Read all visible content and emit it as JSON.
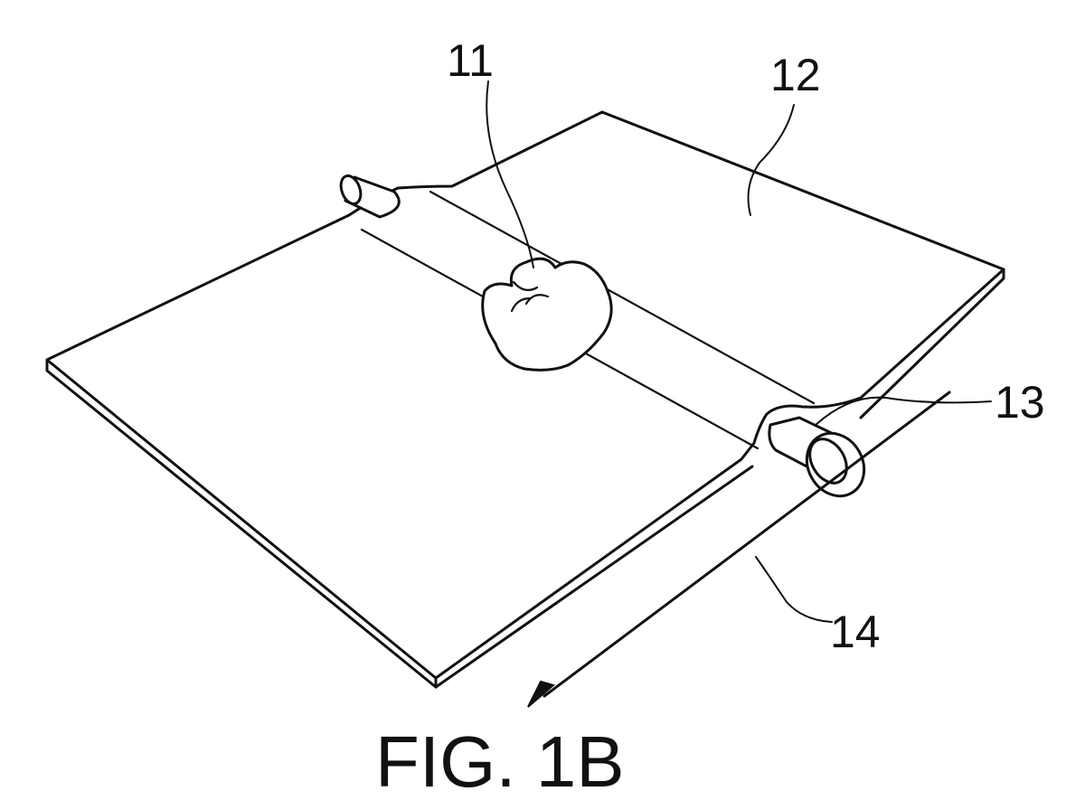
{
  "figure": {
    "caption": "FIG. 1B",
    "reference_numerals": {
      "object": "11",
      "sheet": "12",
      "roller": "13",
      "direction": "14"
    }
  }
}
